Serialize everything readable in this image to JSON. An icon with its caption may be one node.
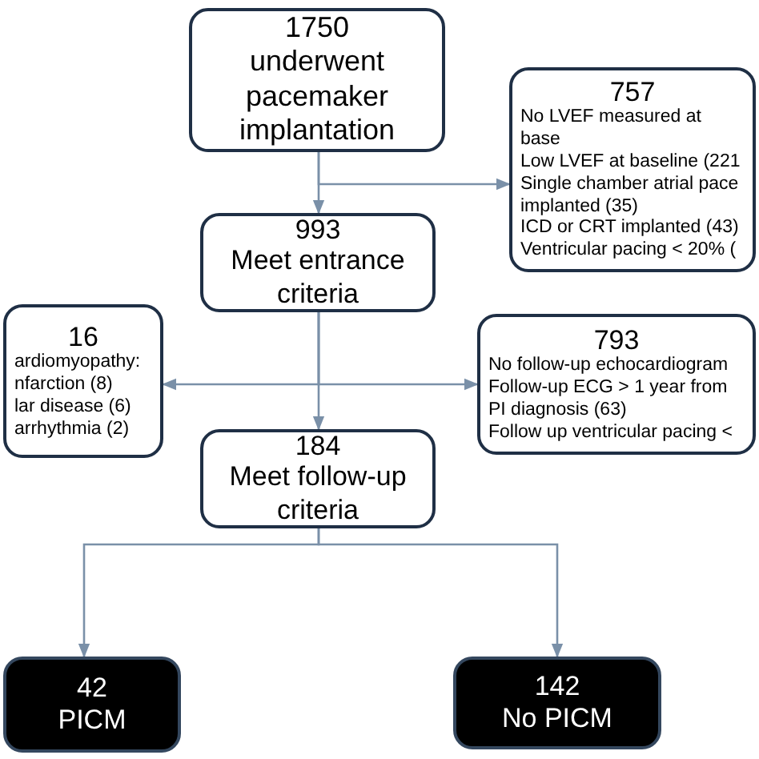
{
  "diagram": {
    "nodes": [
      {
        "text": [
          "1750",
          "underwent pacemaker implantation"
        ]
      },
      {
        "text": [
          "757",
          "No LVEF measured at base",
          "Low LVEF at baseline (221",
          "Single chamber atrial pace implanted (35)",
          "ICD or CRT implanted (43)",
          "Ventricular pacing < 20% ("
        ]
      },
      {
        "text": [
          "993",
          "Meet entrance criteria"
        ]
      },
      {
        "text": [
          "16",
          "ardiomyopathy:",
          "nfarction (8)",
          "lar disease (6)",
          "arrhythmia (2)"
        ]
      },
      {
        "text": [
          "793",
          "No follow-up echocardiogram",
          "Follow-up ECG > 1 year from PI diagnosis (63)",
          "Follow up ventricular pacing <"
        ]
      },
      {
        "text": [
          "184",
          "Meet follow-up criteria"
        ]
      },
      {
        "text": [
          "42",
          "PICM"
        ]
      },
      {
        "text": [
          "142",
          "No PICM"
        ]
      }
    ],
    "edges": [
      {
        "from": 0,
        "to": 2,
        "arrow": "to"
      },
      {
        "from": 0,
        "to": 1,
        "arrow": "to"
      },
      {
        "from": 2,
        "to": 3,
        "arrow": "to"
      },
      {
        "from": 2,
        "to": 4,
        "arrow": "to"
      },
      {
        "from": 2,
        "to": 5,
        "arrow": "to"
      },
      {
        "from": 5,
        "to": 6,
        "arrow": "to"
      },
      {
        "from": 5,
        "to": 7,
        "arrow": "to"
      }
    ]
  }
}
